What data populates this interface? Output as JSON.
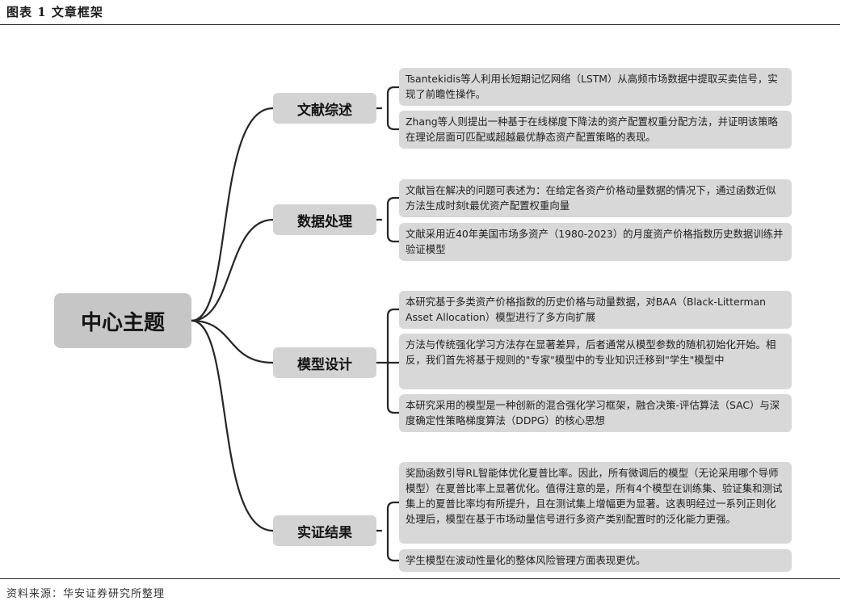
{
  "title": "图表 1  文章框架",
  "source": "资料来源：华安证券研究所整理",
  "center": {
    "label": "中心主题"
  },
  "branches": [
    {
      "label": "文献综述",
      "leaves": [
        "Tsantekidis等人利用长短期记忆网络（LSTM）从高频市场数据中提取买卖信号，实现了前瞻性操作。",
        "Zhang等人则提出一种基于在线梯度下降法的资产配置权重分配方法，并证明该策略在理论层面可匹配或超越最优静态资产配置策略的表现。"
      ]
    },
    {
      "label": "数据处理",
      "leaves": [
        "文献旨在解决的问题可表述为：在给定各资产价格动量数据的情况下，通过函数近似方法生成时刻t最优资产配置权重向量",
        "文献采用近40年美国市场多资产（1980-2023）的月度资产价格指数历史数据训练并验证模型"
      ]
    },
    {
      "label": "模型设计",
      "leaves": [
        "本研究基于多类资产价格指数的历史价格与动量数据，对BAA（Black-Litterman Asset Allocation）模型进行了多方向扩展",
        "方法与传统强化学习方法存在显著差异，后者通常从模型参数的随机初始化开始。相反，我们首先将基于规则的\"专家\"模型中的专业知识迁移到\"学生\"模型中",
        "本研究采用的模型是一种创新的混合强化学习框架，融合决策-评估算法（SAC）与深度确定性策略梯度算法（DDPG）的核心思想"
      ]
    },
    {
      "label": "实证结果",
      "leaves": [
        "奖励函数引导RL智能体优化夏普比率。因此，所有微调后的模型（无论采用哪个导师模型）在夏普比率上显著优化。值得注意的是，所有4个模型在训练集、验证集和测试集上的夏普比率均有所提升，且在测试集上增幅更为显著。这表明经过一系列正则化处理后，模型在基于市场动量信号进行多资产类别配置时的泛化能力更强。",
        "学生模型在波动性量化的整体风险管理方面表现更优。"
      ]
    }
  ]
}
